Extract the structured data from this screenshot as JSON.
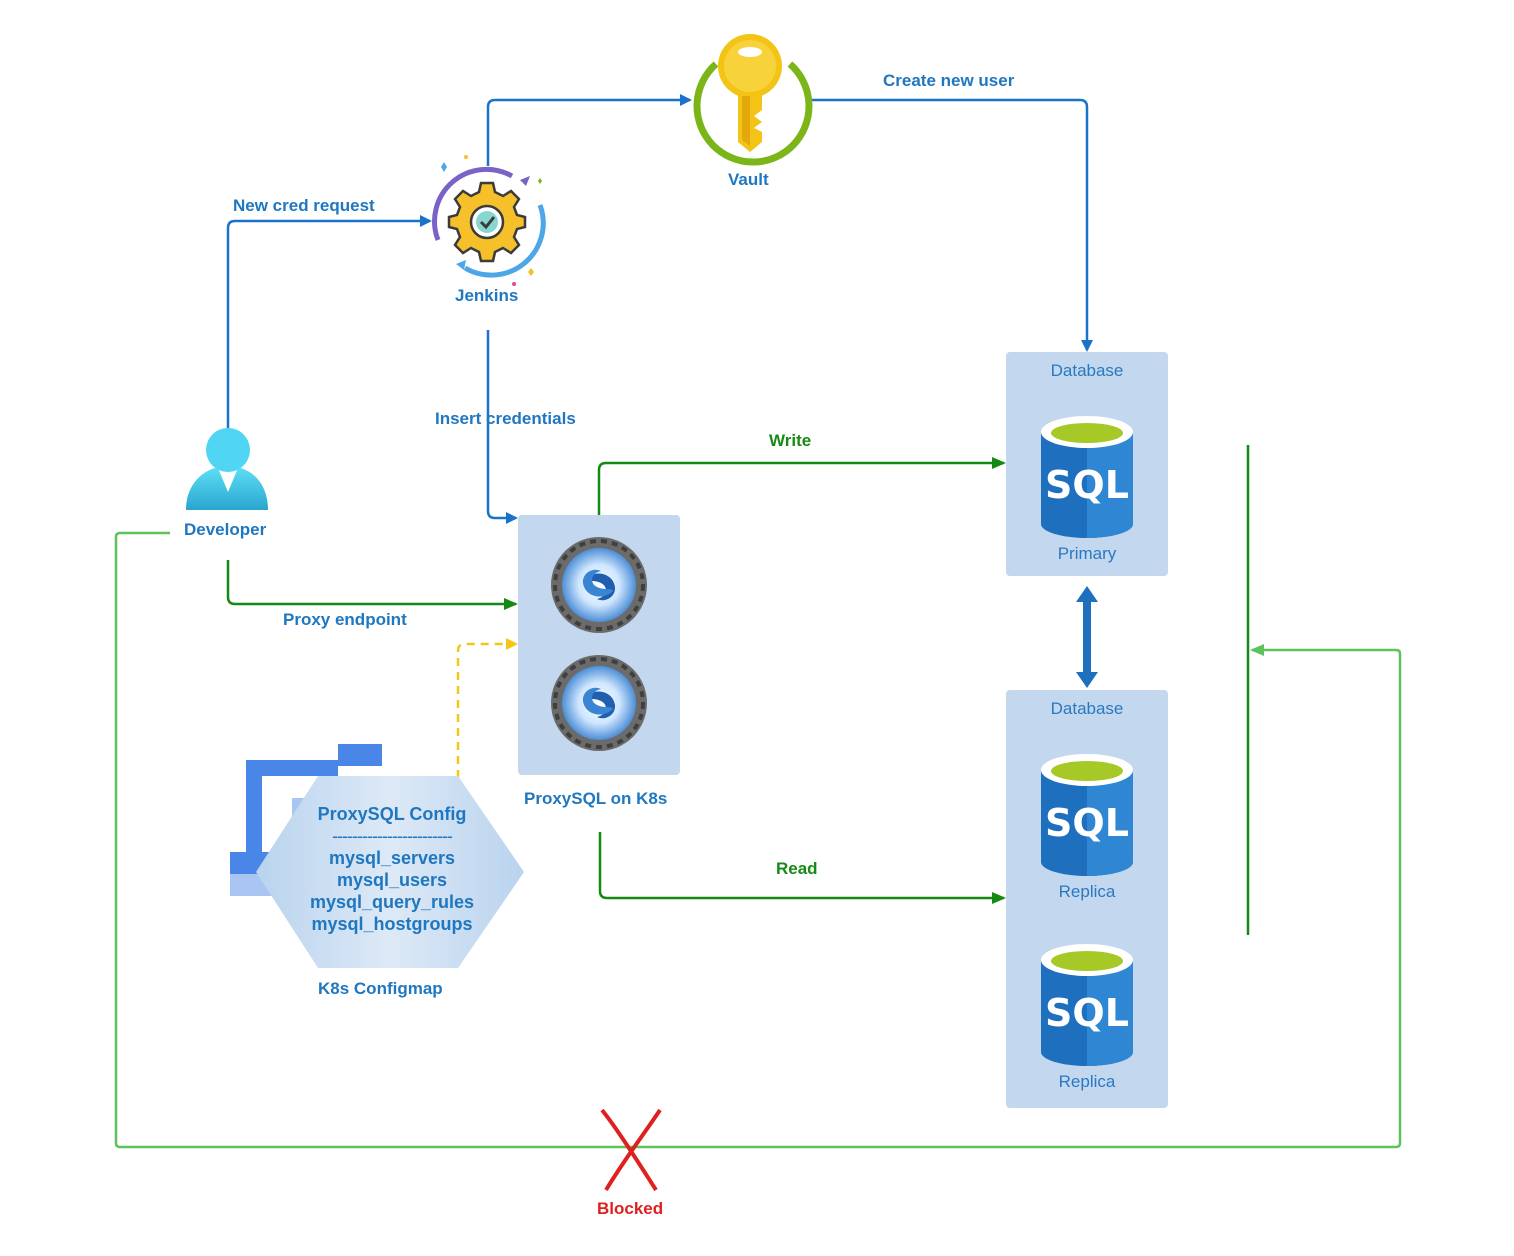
{
  "nodes": {
    "developer": "Developer",
    "jenkins": "Jenkins",
    "vault": "Vault",
    "proxysql": "ProxySQL on K8s",
    "configmap": "K8s Configmap",
    "blocked": "Blocked"
  },
  "panels": {
    "primary": {
      "title": "Database",
      "caption": "Primary",
      "sql": "SQL"
    },
    "replicas": {
      "title": "Database",
      "caption1": "Replica",
      "caption2": "Replica",
      "sql": "SQL"
    }
  },
  "config": {
    "title": "ProxySQL Config",
    "divider": "------------------------",
    "lines": [
      "mysql_servers",
      "mysql_users",
      "mysql_query_rules",
      "mysql_hostgroups"
    ]
  },
  "edges": {
    "new_cred_request": "New cred request",
    "create_new_user": "Create new user",
    "insert_credentials": "Insert credentials",
    "write": "Write",
    "read": "Read",
    "proxy_endpoint": "Proxy endpoint"
  },
  "colors": {
    "blue_flow": "#1a73c9",
    "green_flow": "#148a14",
    "light_green": "#5cc25c",
    "yellow_dashed": "#f5c518",
    "panel": "#c3d8ee",
    "sql_blue": "#1f6fbf",
    "sql_top": "#a7c927",
    "blocked_red": "#e02020"
  }
}
